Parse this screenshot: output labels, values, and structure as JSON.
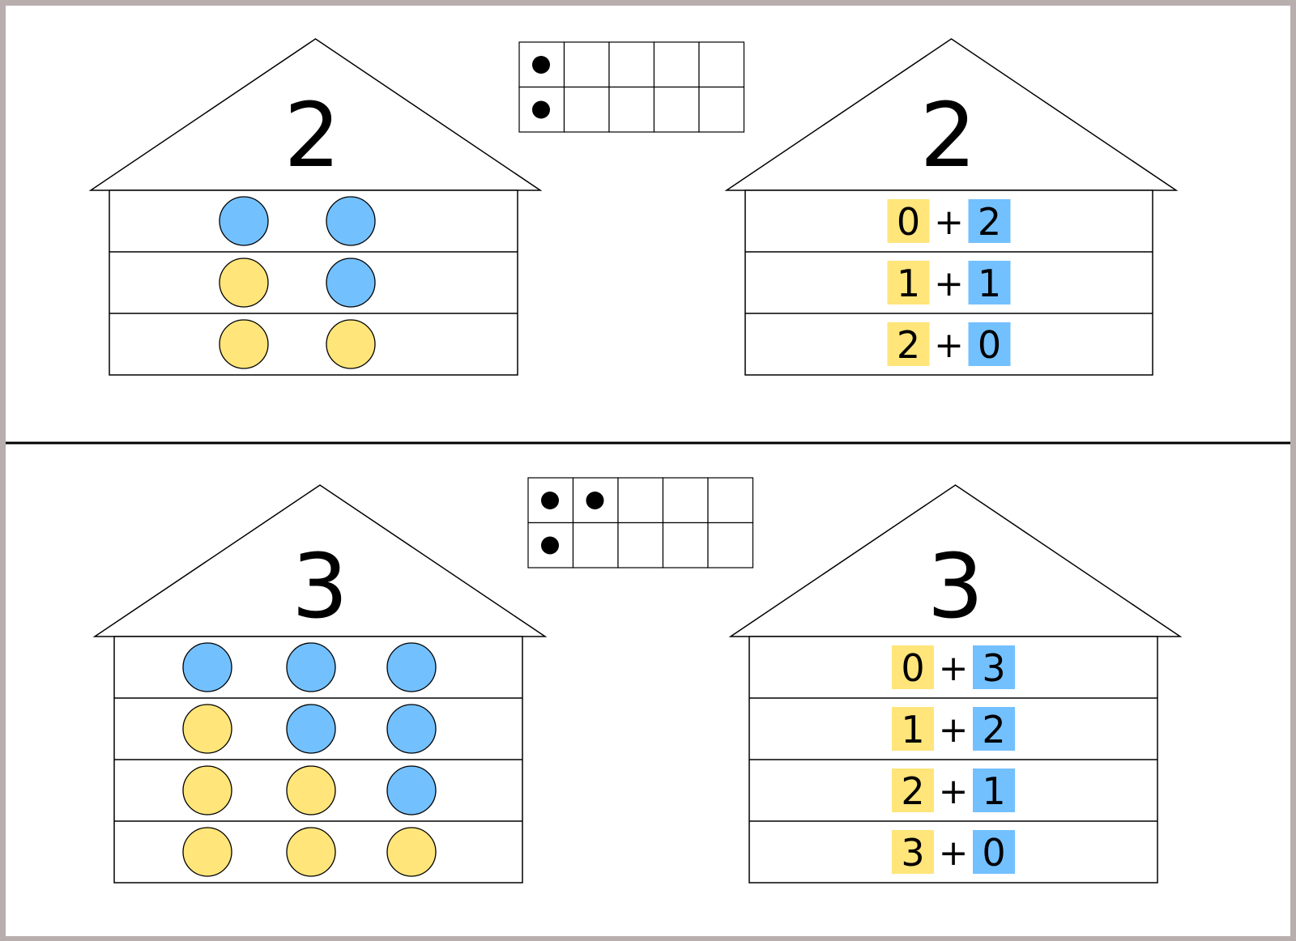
{
  "colors": {
    "yellow": "#ffe57a",
    "blue": "#73c0ff",
    "outline": "#000000",
    "background": "#ffffff",
    "frame": "#b9aeae"
  },
  "sections": [
    {
      "number": "2",
      "ten_frame": {
        "filled": [
          0,
          5
        ]
      },
      "dot_rows": [
        [
          "blue",
          "blue"
        ],
        [
          "yellow",
          "blue"
        ],
        [
          "yellow",
          "yellow"
        ]
      ],
      "sums": [
        {
          "a": "0",
          "op": "+",
          "b": "2"
        },
        {
          "a": "1",
          "op": "+",
          "b": "1"
        },
        {
          "a": "2",
          "op": "+",
          "b": "0"
        }
      ]
    },
    {
      "number": "3",
      "ten_frame": {
        "filled": [
          0,
          1,
          5
        ]
      },
      "dot_rows": [
        [
          "blue",
          "blue",
          "blue"
        ],
        [
          "yellow",
          "blue",
          "blue"
        ],
        [
          "yellow",
          "yellow",
          "blue"
        ],
        [
          "yellow",
          "yellow",
          "yellow"
        ]
      ],
      "sums": [
        {
          "a": "0",
          "op": "+",
          "b": "3"
        },
        {
          "a": "1",
          "op": "+",
          "b": "2"
        },
        {
          "a": "2",
          "op": "+",
          "b": "1"
        },
        {
          "a": "3",
          "op": "+",
          "b": "0"
        }
      ]
    }
  ]
}
